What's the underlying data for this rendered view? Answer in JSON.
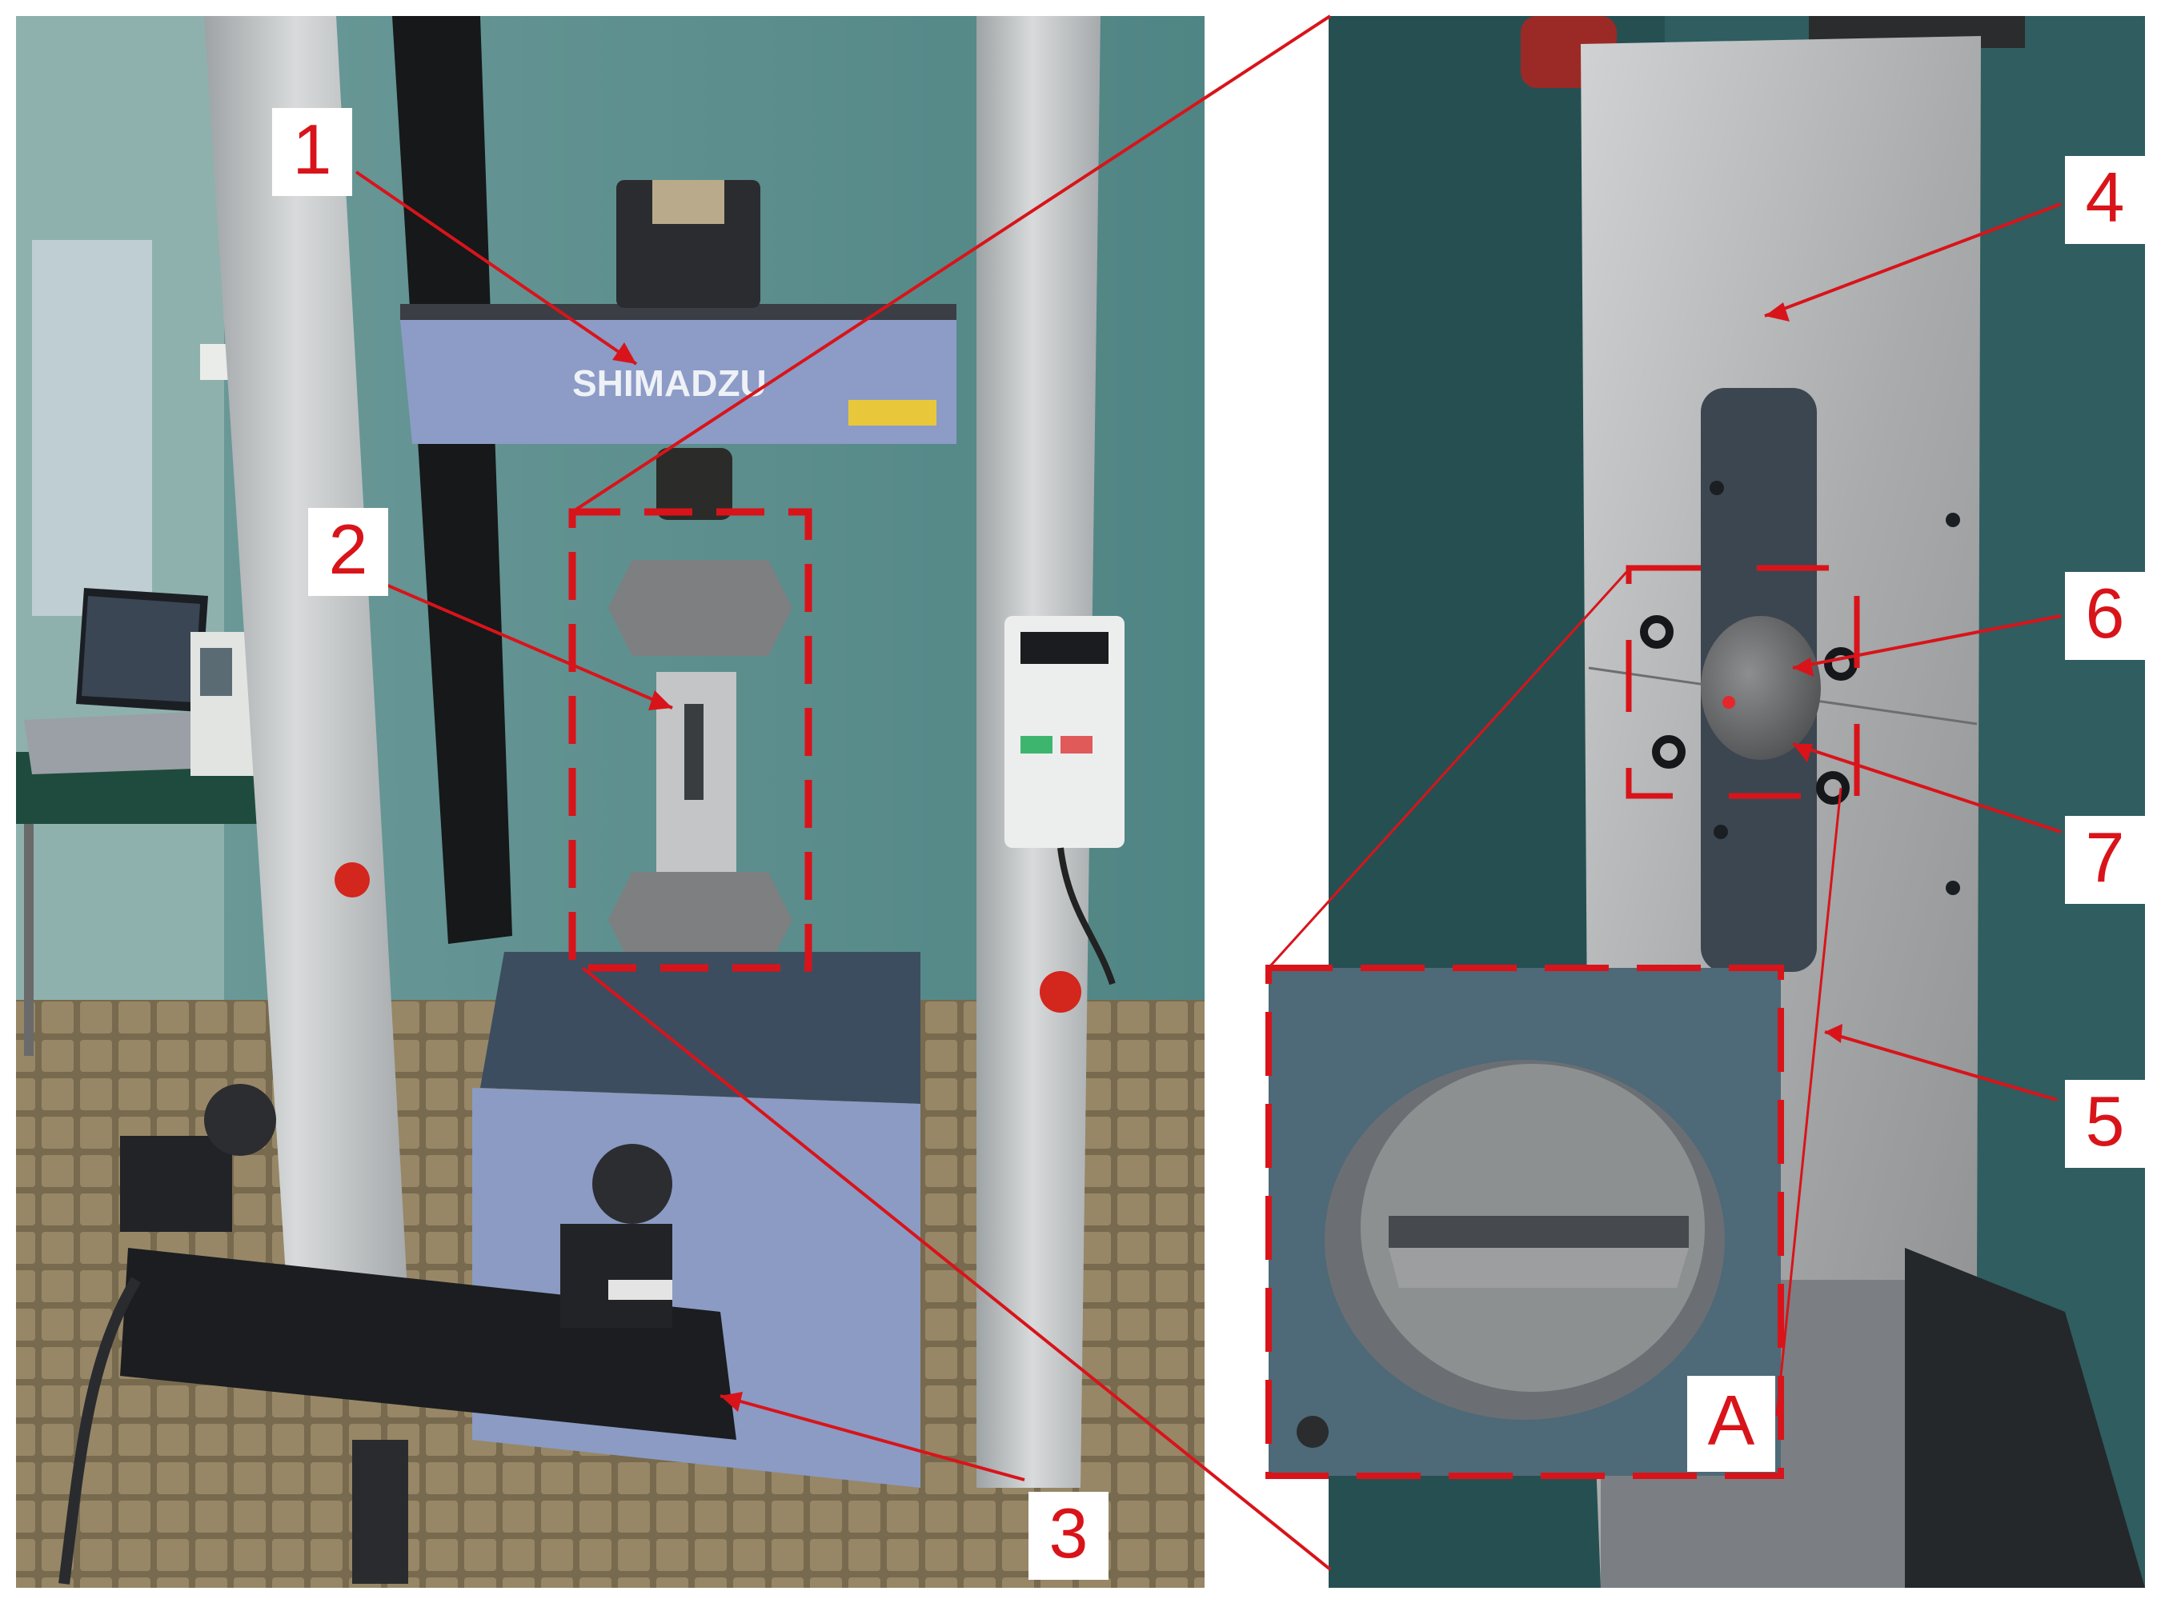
{
  "figure": {
    "brand_text": "SHIMADZU",
    "labels": {
      "l1": "1",
      "l2": "2",
      "l3": "3",
      "l4": "4",
      "l5": "5",
      "l6": "6",
      "l7": "7",
      "lA": "A"
    },
    "colors": {
      "annotation": "#d8141a",
      "wall": "#5e8f8e",
      "frame": "#b5b9ba",
      "base": "#8b9bc4",
      "specimen": "#a7a9aa"
    }
  }
}
